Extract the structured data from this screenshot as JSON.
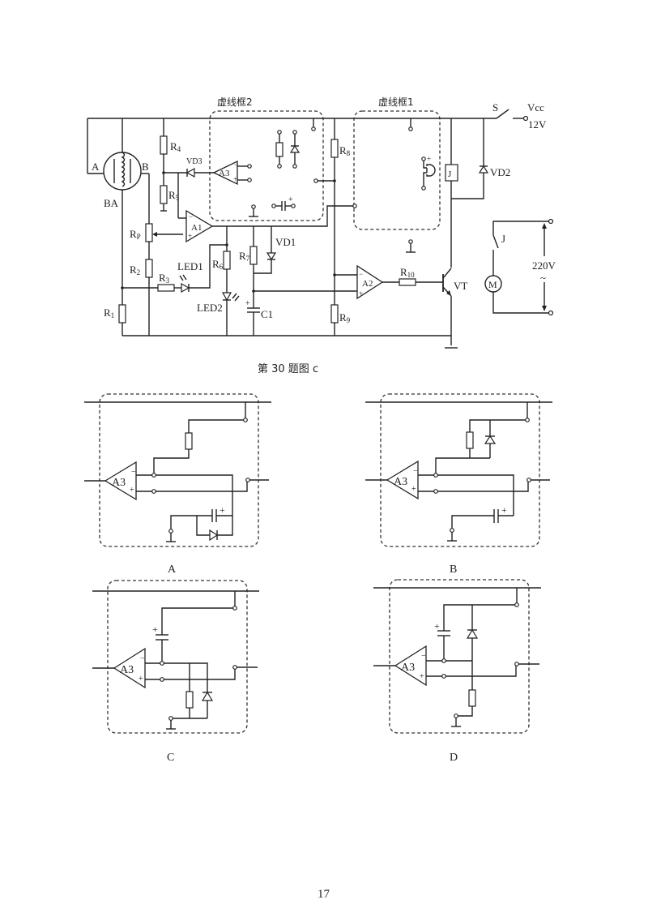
{
  "main_circuit": {
    "frame2_title": "虚线框2",
    "frame1_title": "虚线框1",
    "caption": "第 30 题图 c",
    "labels": {
      "A": "A",
      "B": "B",
      "BA": "BA",
      "R4": "R",
      "R4_sub": "4",
      "R5": "R",
      "R5_sub": "5",
      "VD3": "VD3",
      "A3": "A3",
      "A1": "A1",
      "A2": "A2",
      "RP": "R",
      "RP_sub": "P",
      "R2": "R",
      "R2_sub": "2",
      "R1": "R",
      "R1_sub": "1",
      "R3": "R",
      "R3_sub": "3",
      "LED1": "LED1",
      "LED2": "LED2",
      "R6": "R",
      "R6_sub": "6",
      "R7": "R",
      "R7_sub": "7",
      "VD1": "VD1",
      "C1": "C1",
      "R8": "R",
      "R8_sub": "8",
      "R9": "R",
      "R9_sub": "9",
      "R10": "R",
      "R10_sub": "10",
      "VT": "VT",
      "J": "J",
      "VD2": "VD2",
      "S": "S",
      "Vcc": "Vcc",
      "V12": "12V",
      "J_contact": "J",
      "M": "M",
      "V220": "220V",
      "ac": "~",
      "minus": "−",
      "plus": "+"
    }
  },
  "options": [
    {
      "letter": "A",
      "opamp": "A3"
    },
    {
      "letter": "B",
      "opamp": "A3"
    },
    {
      "letter": "C",
      "opamp": "A3"
    },
    {
      "letter": "D",
      "opamp": "A3"
    }
  ],
  "page_number": "17"
}
